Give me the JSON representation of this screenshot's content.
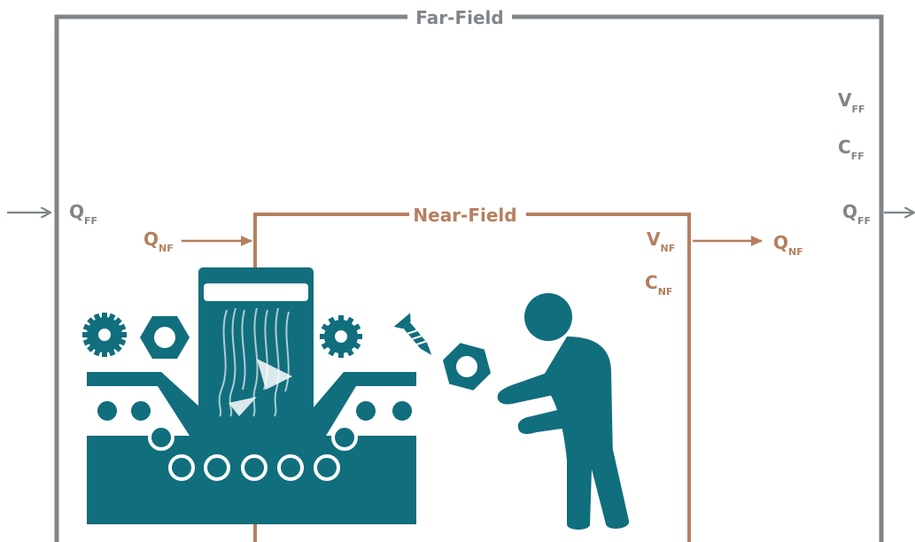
{
  "far_field": {
    "title": "Far-Field",
    "v_main": "V",
    "v_sub": "FF",
    "c_main": "C",
    "c_sub": "FF",
    "q_in_main": "Q",
    "q_in_sub": "FF",
    "q_out_main": "Q",
    "q_out_sub": "FF"
  },
  "near_field": {
    "title": "Near-Field",
    "q_in_main": "Q",
    "q_in_sub": "NF",
    "v_main": "V",
    "v_sub": "NF",
    "c_main": "C",
    "c_sub": "NF",
    "q_out_main": "Q",
    "q_out_sub": "NF"
  },
  "colors": {
    "far_field": "#7f8589",
    "near_field": "#b57f5e",
    "equipment": "#116e7d"
  },
  "icons": [
    "machine-icon",
    "gear-icon",
    "hex-nut-icon",
    "screw-icon",
    "worker-icon"
  ]
}
